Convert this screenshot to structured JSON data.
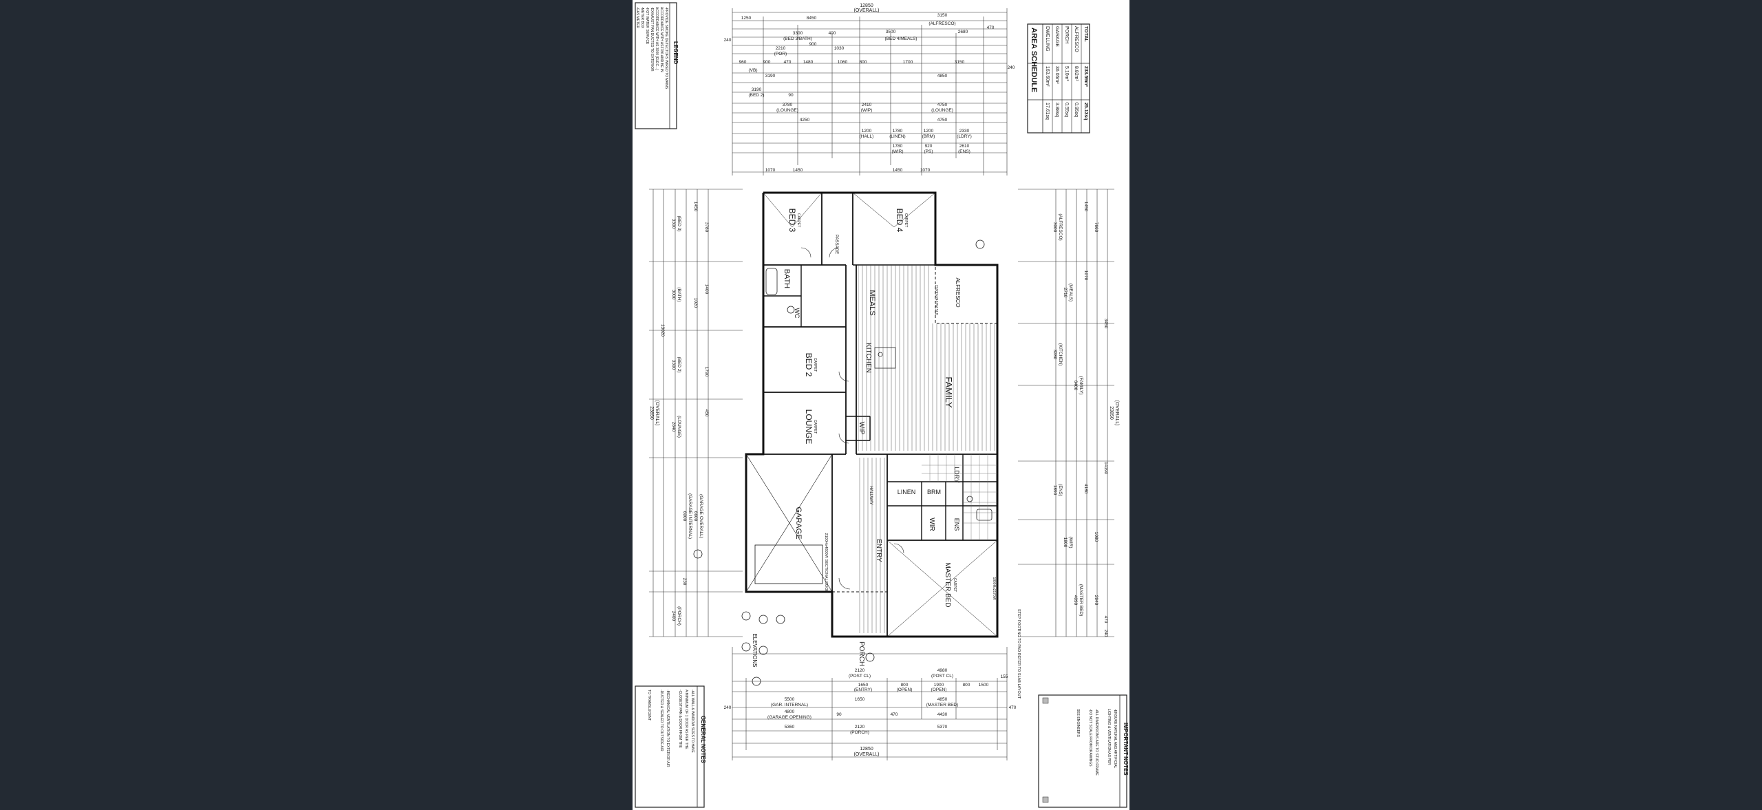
{
  "area_schedule": {
    "title": "AREA SCHEDULE",
    "rows": [
      {
        "label": "DWELLING",
        "m2": "163.60m²",
        "sq": "17.61sq"
      },
      {
        "label": "GARAGE",
        "m2": "36.05m²",
        "sq": "3.88sq"
      },
      {
        "label": "PORCH",
        "m2": "5.10m²",
        "sq": "0.55sq"
      },
      {
        "label": "ALFRESCO",
        "m2": "8.82m²",
        "sq": "0.95sq"
      },
      {
        "label": "TOTAL",
        "m2": "233.59m²",
        "sq": "25.13sq"
      }
    ]
  },
  "legend": {
    "title": "LEGEND",
    "lines": [
      "-PROVIDE SMOKE DETECTORS WIRED TO MAINS",
      "ACCORDANCE WITH AS3786 AND BE IN",
      "ACCORDANCE WITH AS 3000 (ELEC...)",
      "-EXHAUST FAN DUCTED TO EXTERIOR",
      "-HOT WATER SERVICE",
      "-METER BOX",
      "-GAS METER"
    ]
  },
  "general_notes": {
    "title": "GENERAL NOTES",
    "lines": [
      "-ALL WALL & WINDOW SIZES TO HAVE",
      "A MINIMUM OF 1 DOOR AS PER THE",
      "-CLOSEST PAN & DOOR FROM THE",
      "-MECHANICAL VENTILATION TO EXTERIOR AIR",
      "-DUCTED & SEALED TO OUTSIDE AIR",
      "TO TRANSLUCENT"
    ]
  },
  "important_notes": {
    "title": "IMPORTANT NOTES",
    "lines": [
      "-ENSURE NATURAL AND ARTIFICIAL",
      "LIGHTING & VENTILATION AS PER",
      "-ALL DIMENSIONS ARE TO STUD FRAME",
      "-DO NOT SCALE FROM DRAWINGS",
      "SEE ENGINEERS"
    ]
  },
  "rooms": {
    "bed3": "BED 3",
    "bed4": "BED 4",
    "bath": "BATH",
    "wc": "WC",
    "bed2": "BED 2",
    "lounge": "LOUNGE",
    "meals": "MEALS",
    "kitchen": "KITCHEN",
    "wip": "WIP",
    "family": "FAMILY",
    "alfresco": "ALFRESCO",
    "linen": "LINEN",
    "brm": "BRM",
    "ldry": "LDRY",
    "ens": "ENS",
    "wir": "WIR",
    "garage": "GARAGE",
    "entry": "ENTRY",
    "master_bed": "MASTER BED",
    "porch": "PORCH",
    "passage": "PASSAGE",
    "hallway": "HALLWAY",
    "carpet": "CARPET"
  },
  "plan_labels": {
    "sectional_door": "2100Hx4800W SECTIONAL DOOR",
    "elevations": "ELEVATIONS",
    "slider": "2100Hx2410W SLD",
    "master_window": "1800Hx2170W",
    "step_footing": "STEP FOOTING TO PAD REFER TO SLAB LAYOUT"
  },
  "top_dims": {
    "overall": "12850",
    "overall_label": "(OVERALL)",
    "rows": [
      [
        "1250",
        "8450",
        "3150",
        "(ALFRESCO)"
      ],
      [
        "240",
        "(BED 3/BATH)",
        "3500",
        "(BED 4/MEALS)",
        "2680",
        "470"
      ],
      [
        "3300",
        "400",
        "3500",
        "240"
      ],
      [
        "2210",
        "(POR)",
        "900",
        "1030"
      ],
      [
        "960",
        "900",
        "470",
        "1480",
        "1060",
        "800",
        "1700",
        "3150"
      ],
      [
        "(VB)",
        "3190",
        "4850",
        "240"
      ],
      [
        "3190",
        "(BED 2)",
        "90"
      ],
      [
        "3780",
        "(LOUNGE)",
        "2410",
        "(WIP)",
        "4750",
        "(LOUNGE)"
      ],
      [
        "4250",
        "4750"
      ],
      [
        "1200",
        "(HALL)",
        "1780",
        "(LINEN)",
        "1200",
        "(BRM)",
        "2330",
        "(LDRY)"
      ],
      [
        "1780",
        "(WIR)",
        "920",
        "(PS)",
        "2610",
        "(ENS)"
      ]
    ],
    "wall_dims": [
      "1070",
      "1450",
      "1450",
      "1070"
    ]
  },
  "bottom_dims": {
    "rows": [
      [
        "2120",
        "(POST CL)",
        "4980",
        "(POST CL)"
      ],
      [
        "1650",
        "(ENTRY)",
        "800",
        "(OPEN)",
        "1900",
        "(OPEN)",
        "800",
        "1500",
        "155"
      ],
      [
        "5500",
        "(GAR. INTERNAL)",
        "1650",
        "4850",
        "(MASTER BED)"
      ],
      [
        "4800",
        "(GARAGE OPENING)",
        "90",
        "470",
        "4430"
      ],
      [
        "5360",
        "2120",
        "(PORCH)",
        "5370"
      ],
      [
        "12850",
        "(OVERALL)"
      ]
    ],
    "side": [
      "240",
      "470"
    ]
  },
  "left_dims": {
    "overall": "23850",
    "overall_label": "(OVERALL)",
    "items": [
      "13020",
      "3300",
      "(BED 3)",
      "3000",
      "(BATH)",
      "3300",
      "(BED 2)",
      "2840",
      "(LOUNGE)",
      "6000",
      "(GARAGE INTERNAL)",
      "6600",
      "(GARAGE OVERALL)",
      "230",
      "2400",
      "(PORCH)",
      "1450",
      "1020",
      "1790",
      "450",
      "3780",
      "1400"
    ]
  },
  "right_dims": {
    "overall": "23850",
    "overall_label": "(OVERALL)",
    "items": [
      "7660",
      "3000",
      "(ALFRESCO)",
      "2710",
      "(MEALS)",
      "3280",
      "(KITCHEN)",
      "6400",
      "(FAMILY)",
      "14190",
      "4180",
      "1890",
      "(ENS)",
      "1800",
      "(WIR)",
      "4090",
      "(MASTER BED)",
      "2940",
      "1450",
      "1070",
      "3450",
      "470",
      "1080",
      "240"
    ]
  }
}
